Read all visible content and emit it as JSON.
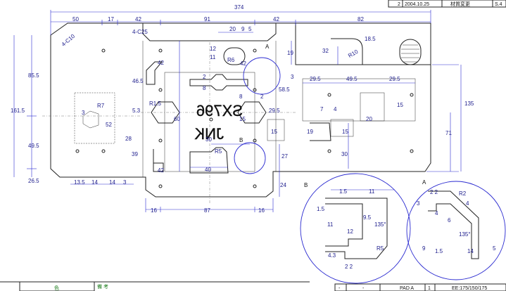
{
  "title_block_top": {
    "rev": "2",
    "date": "2004.10.25",
    "desc": "材質変更",
    "sheet": "S.4"
  },
  "title_block_bottom": {
    "color_label": "色",
    "remarks_label": "備 考",
    "dash1": "-",
    "dash2": "-",
    "part": "PAD A",
    "qty": "1",
    "model": "EE:175/150/175"
  },
  "engraving": {
    "line1": "SX796",
    "line2": "JNK"
  },
  "detail_labels": {
    "a": "A",
    "b": "B"
  },
  "dims": {
    "d374": "374",
    "d50": "50",
    "d17": "17",
    "d42a": "42",
    "d91": "91",
    "d42b": "42",
    "d82": "82",
    "d20": "20",
    "d9": "9",
    "d5": "5",
    "d4c25": "4-C25",
    "d4c10": "4-C10",
    "d12": "12",
    "d11": "11",
    "r6a": "R6",
    "d19": "19",
    "d32": "32",
    "r10": "R10",
    "d18_5": "18.5",
    "d85_5": "85.5",
    "d161_5": "161.5",
    "d49_5": "49.5",
    "d26_5": "26.5",
    "d46_5": "46.5",
    "d42c": "42",
    "d8a": "8",
    "d2a": "2",
    "d42d": "42",
    "d8b": "8",
    "d2b": "2",
    "d3a": "3",
    "d58_5": "58.5",
    "d29_5a": "29.5",
    "d49_5b": "49.5",
    "d29_5b": "29.5",
    "d135": "135",
    "r7": "R7",
    "d3b": "3",
    "d52": "52",
    "r1_5": "R1.5",
    "d5_3": "5.3",
    "d60": "60",
    "d15a": "15",
    "d29_5c": "29.5",
    "d15b": "15",
    "d7": "7",
    "d4": "4",
    "d15c": "15",
    "d20b": "20",
    "d71": "71",
    "d28": "28",
    "d39": "39",
    "d30a": "30",
    "r5": "R5",
    "d40": "40",
    "d27": "27",
    "d19b": "19",
    "d15d": "15",
    "d30b": "30",
    "d42e": "42",
    "d24": "24",
    "d13_5": "13.5",
    "d14a": "14",
    "d14b": "14",
    "d3c": "3",
    "d16a": "16",
    "d87": "87",
    "d16b": "16"
  },
  "detail_b": {
    "d1_5a": "1.5",
    "d11a": "11",
    "d1_5b": "1.5",
    "d9_5": "9.5",
    "d11b": "11",
    "d12": "12",
    "d135": "135°",
    "r5": "R5",
    "d4_3": "4.3",
    "d2_2": "2 2"
  },
  "detail_a": {
    "d2_2": "2 2",
    "r2": "R2",
    "d3": "3",
    "d4a": "4",
    "d4b": "4",
    "d6": "6",
    "d135": "135°",
    "d9": "9",
    "d1_5": "1.5",
    "d14": "14",
    "d5": "5"
  }
}
